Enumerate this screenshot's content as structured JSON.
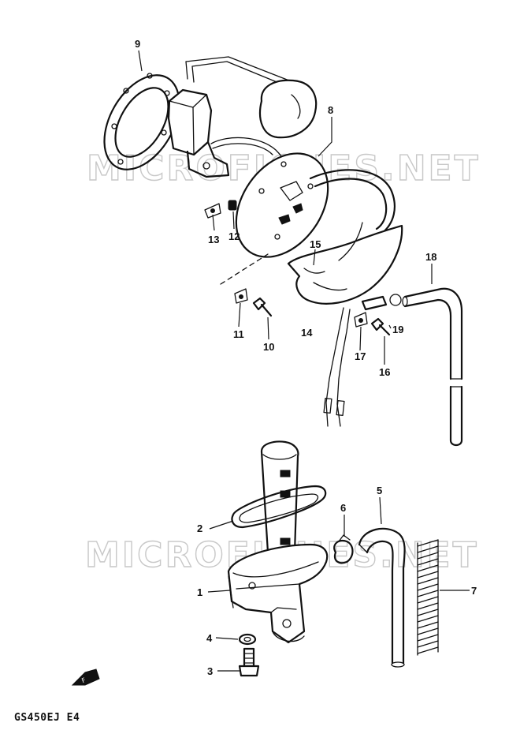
{
  "watermarks": [
    "MICROFICHES.NET",
    "MICROFICHES.NET"
  ],
  "model_code": "GS450EJ E4",
  "callouts": {
    "c1": "1",
    "c2": "2",
    "c3": "3",
    "c4": "4",
    "c5": "5",
    "c6": "6",
    "c7": "7",
    "c8": "8",
    "c9": "9",
    "c10": "10",
    "c11": "11",
    "c12": "12",
    "c13": "13",
    "c14": "14",
    "c15": "15",
    "c16": "16",
    "c17": "17",
    "c18": "18",
    "c19": "19"
  },
  "icons": {
    "front": "front-arrow-icon"
  }
}
